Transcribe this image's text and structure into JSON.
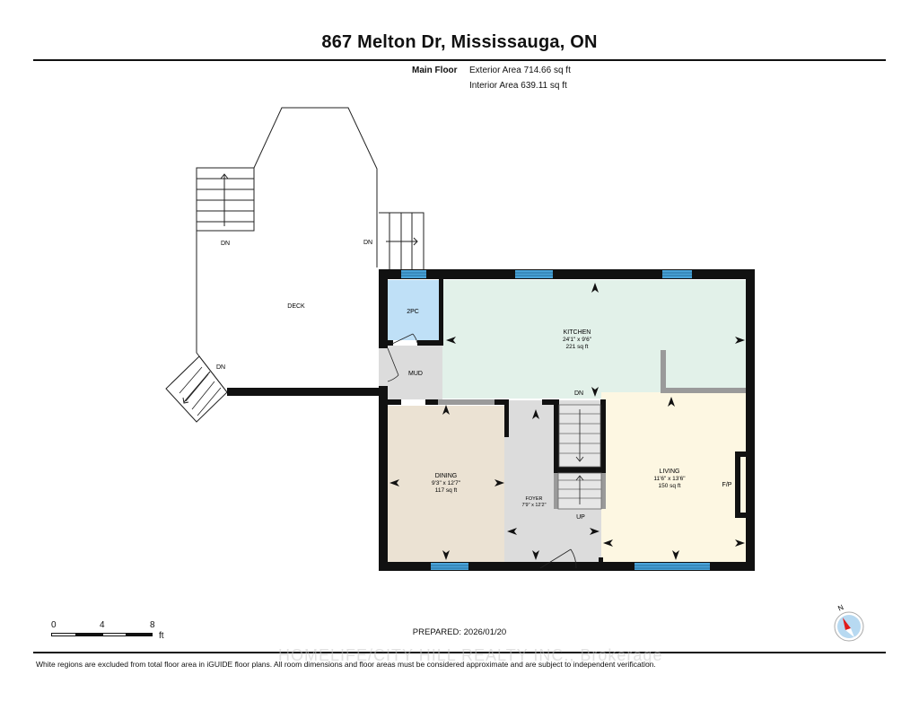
{
  "header": {
    "title": "867 Melton Dr, Mississauga, ON",
    "floor_label": "Main Floor",
    "exterior_area": "Exterior Area 714.66 sq ft",
    "interior_area": "Interior Area 639.11 sq ft"
  },
  "rooms": {
    "deck": {
      "name": "DECK",
      "color": "#ffffff"
    },
    "bath": {
      "name": "2PC",
      "color": "#bfe0f7"
    },
    "mud": {
      "name": "MUD",
      "color": "#dcdcdc"
    },
    "kitchen": {
      "name": "KITCHEN",
      "dims": "24'1\" x 9'6\"",
      "area": "221 sq ft",
      "color": "#e2f1e9"
    },
    "dining": {
      "name": "DINING",
      "dims": "9'3\" x 12'7\"",
      "area": "117 sq ft",
      "color": "#ebe2d3"
    },
    "foyer": {
      "name": "FOYER",
      "dims": "7'9\" x 12'2\"",
      "color": "#dcdcdc"
    },
    "living": {
      "name": "LIVING",
      "dims": "11'6\" x 13'6\"",
      "area": "150 sq ft",
      "color": "#fdf7e2"
    }
  },
  "annotations": {
    "stairs_down_1": "DN",
    "stairs_down_2": "DN",
    "stairs_down_3": "DN",
    "stairs_down_kitchen": "DN",
    "stairs_up": "UP",
    "fireplace": "F/P"
  },
  "scale": {
    "ticks": [
      "0",
      "4",
      "8"
    ],
    "unit": "ft"
  },
  "compass": {
    "label": "N"
  },
  "footer": {
    "prepared": "PREPARED: 2026/01/20",
    "watermark": "HOMELIFE/CITY HILL REALTY INC., Brokerage",
    "disclaimer": "White regions are excluded from total floor area in iGUIDE floor plans. All room dimensions and floor areas must be considered approximate and are subject to independent verification."
  },
  "colors": {
    "wall": "#111111",
    "window": "#4aa3d8",
    "partition": "#9a9a9a"
  }
}
